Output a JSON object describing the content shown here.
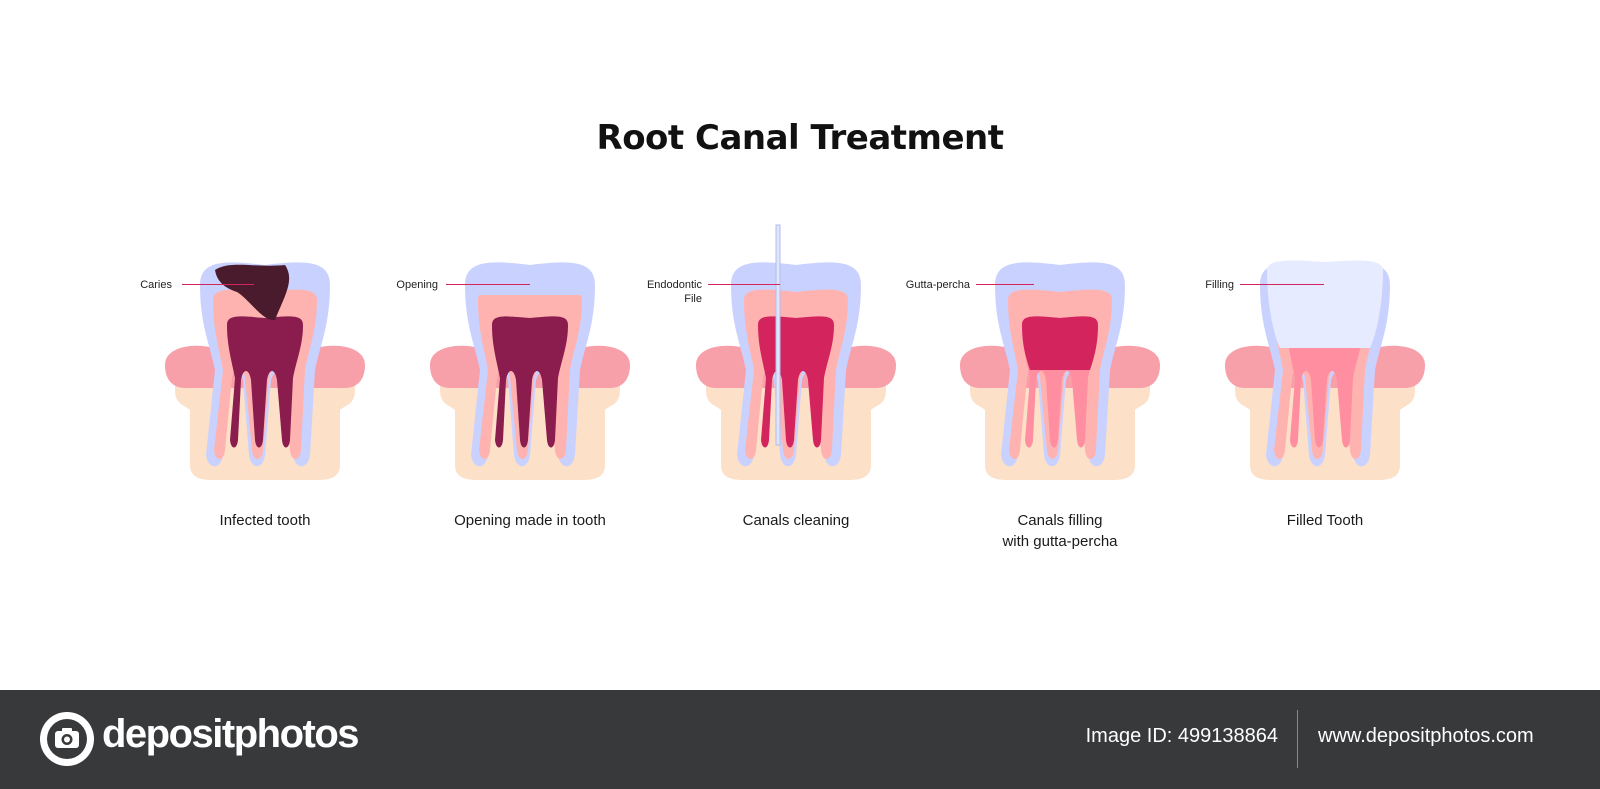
{
  "title": "Root Canal Treatment",
  "steps": [
    {
      "label": "Infected tooth",
      "callout": "Caries"
    },
    {
      "label": "Opening made in tooth",
      "callout": "Opening"
    },
    {
      "label": "Canals cleaning",
      "callout": "Endodontic\nFile"
    },
    {
      "label": "Canals filling\nwith gutta-percha",
      "callout": "Gutta-percha"
    },
    {
      "label": "Filled Tooth",
      "callout": "Filling"
    }
  ],
  "footer": {
    "brand": "depositphotos",
    "image_id": "Image ID: 499138864",
    "url": "www.depositphotos.com"
  },
  "colors": {
    "gum": "#f7a0aa",
    "gum_dark": "#f06a82",
    "bone": "#fce0c8",
    "enamel": "#c9d2ff",
    "dentin": "#ffb3b0",
    "root": "#ff8fa0",
    "pulp_infected": "#8a1d4e",
    "pulp_clean": "#d3245e",
    "caries": "#4a1b2c",
    "footer_bg": "#38393b"
  }
}
